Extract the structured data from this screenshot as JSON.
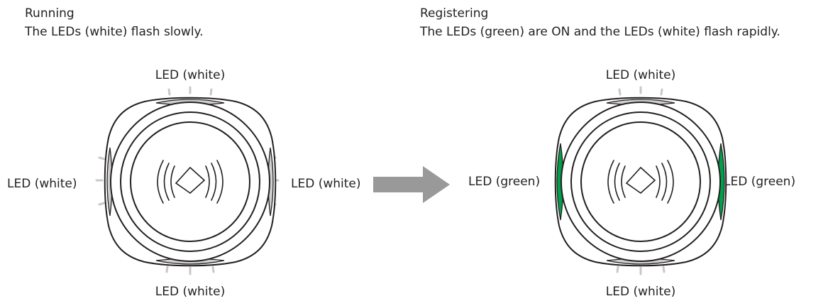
{
  "left_panel": {
    "title": "Running",
    "description": "The LEDs (white) flash slowly.",
    "led_top": "LED (white)",
    "led_left": "LED (white)",
    "led_right": "LED (white)",
    "led_bottom": "LED (white)",
    "side_led_color": "#c8c8c8"
  },
  "right_panel": {
    "title": "Registering",
    "description": "The LEDs (green) are ON and the LEDs (white) flash rapidly.",
    "led_top": "LED (white)",
    "led_left": "LED (green)",
    "led_right": "LED (green)",
    "led_bottom": "LED (white)",
    "side_led_color": "#00a04a"
  },
  "colors": {
    "outline": "#231f20",
    "white_led": "#d0d0d0",
    "green_led": "#00a04a",
    "arrow": "#999999",
    "flash_ticks": "#c8c8c8"
  },
  "icons": {
    "device_center": "nfc-card-icon",
    "transition": "right-arrow-icon"
  }
}
